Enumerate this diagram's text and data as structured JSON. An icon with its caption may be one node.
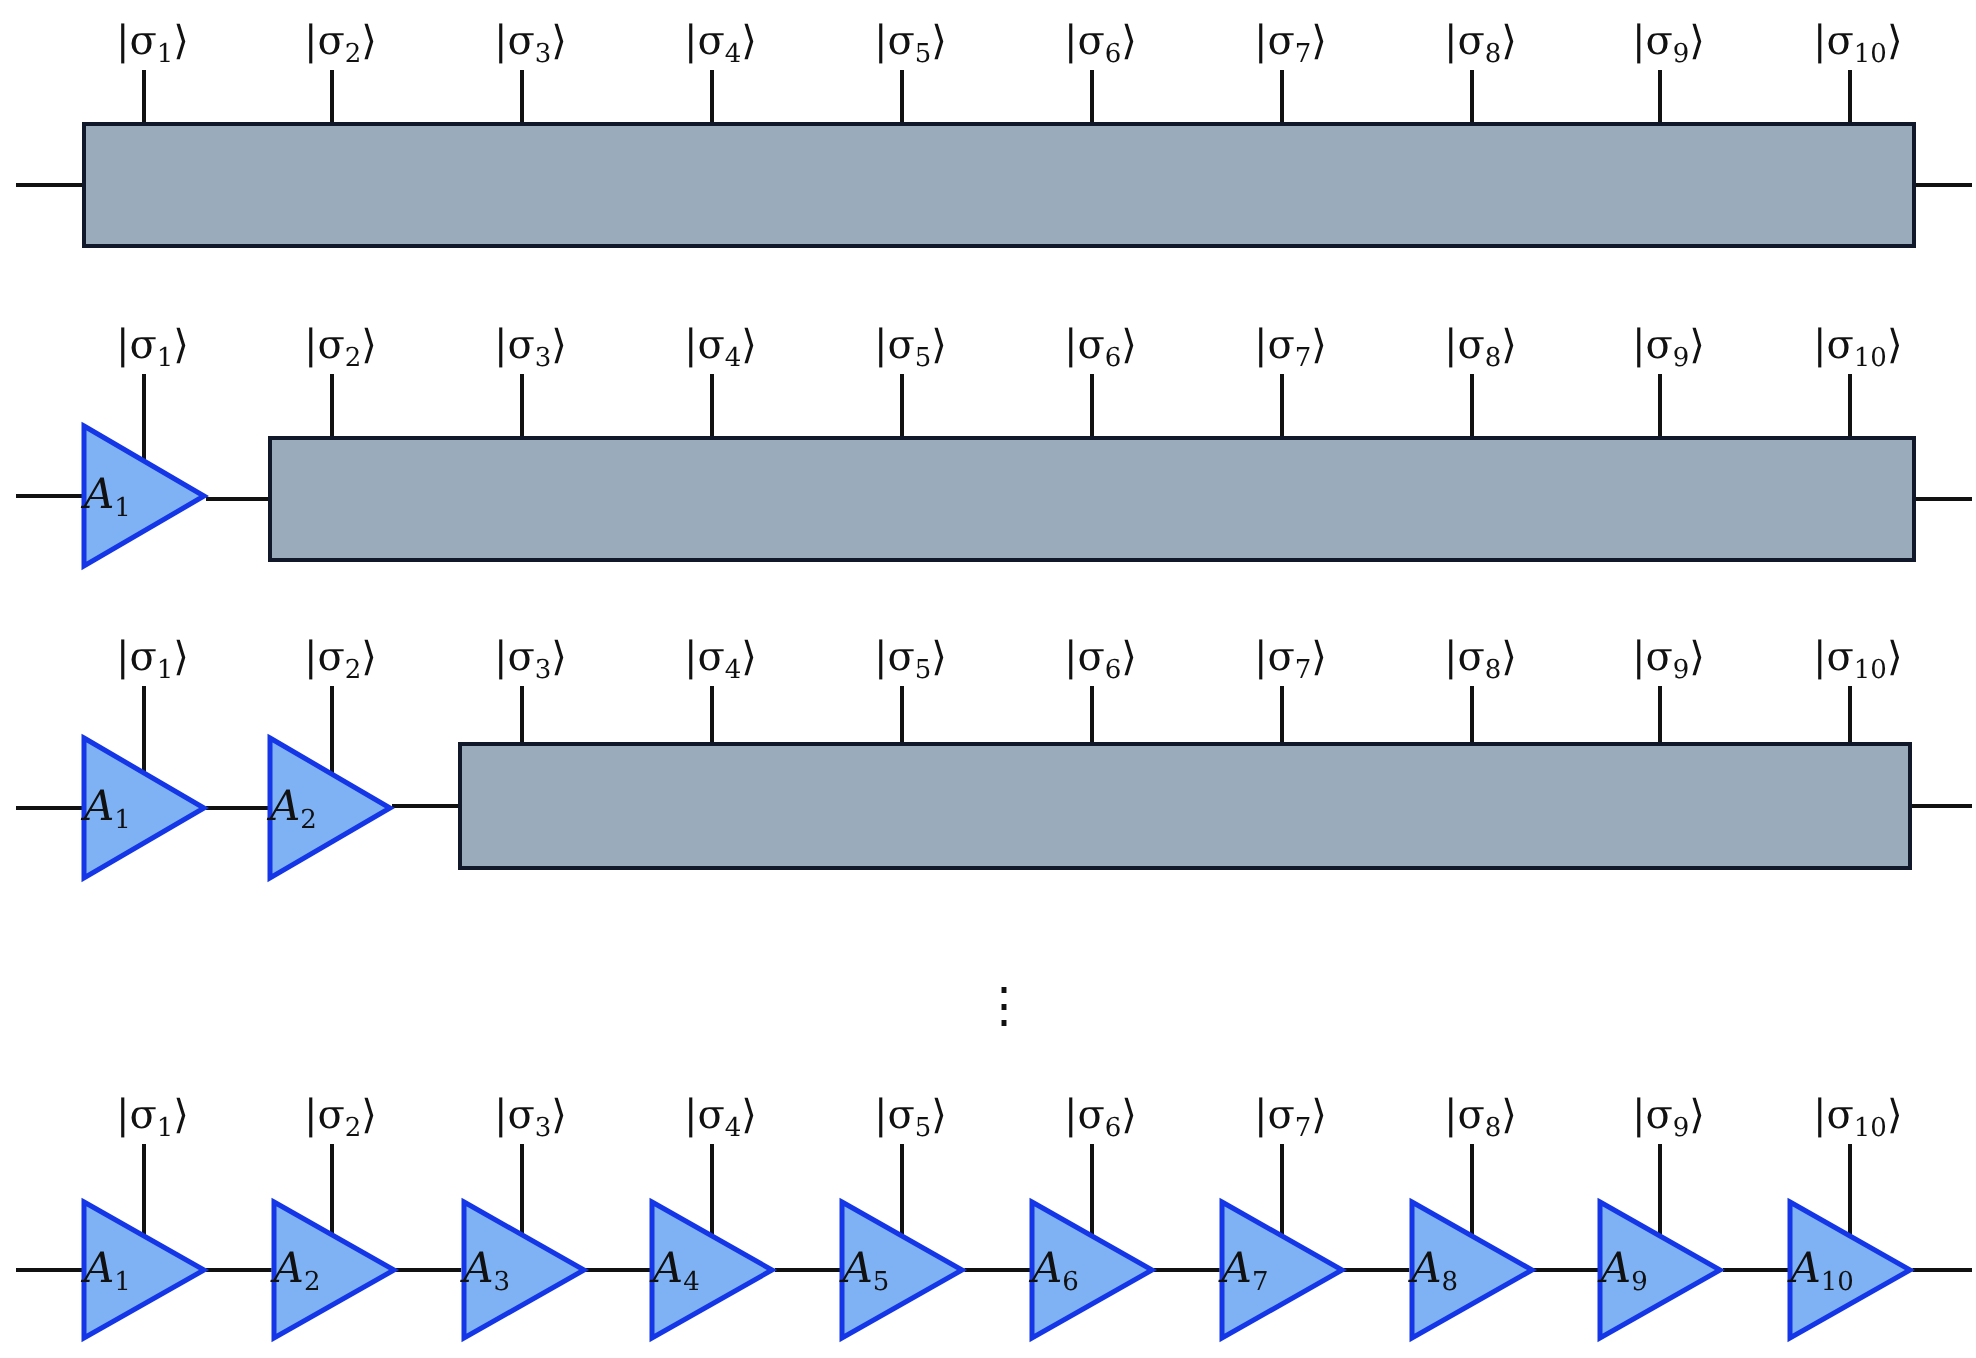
{
  "diagram": {
    "nodes": [
      {
        "text": [
          "|σ$_{1}$⟩"
        ]
      },
      {
        "text": [
          "|σ$_{2}$⟩"
        ]
      },
      {
        "text": [
          "|σ$_{3}$⟩"
        ]
      },
      {
        "text": [
          "|σ$_{4}$⟩"
        ]
      },
      {
        "text": [
          "|σ$_{5}$⟩"
        ]
      },
      {
        "text": [
          "|σ$_{6}$⟩"
        ]
      },
      {
        "text": [
          "|σ$_{7}$⟩"
        ]
      },
      {
        "text": [
          "|σ$_{8}$⟩"
        ]
      },
      {
        "text": [
          "|σ$_{9}$⟩"
        ]
      },
      {
        "text": [
          "|σ$_{10}$⟩"
        ]
      },
      {
        "text": [],
        "shape": "box"
      },
      {
        "text": [
          "|σ$_{1}$⟩"
        ]
      },
      {
        "text": [
          "|σ$_{2}$⟩"
        ]
      },
      {
        "text": [
          "|σ$_{3}$⟩"
        ]
      },
      {
        "text": [
          "|σ$_{4}$⟩"
        ]
      },
      {
        "text": [
          "|σ$_{5}$⟩"
        ]
      },
      {
        "text": [
          "|σ$_{6}$⟩"
        ]
      },
      {
        "text": [
          "|σ$_{7}$⟩"
        ]
      },
      {
        "text": [
          "|σ$_{8}$⟩"
        ]
      },
      {
        "text": [
          "|σ$_{9}$⟩"
        ]
      },
      {
        "text": [
          "|σ$_{10}$⟩"
        ]
      },
      {
        "text": [
          "A$_{1}$"
        ]
      },
      {
        "text": [],
        "shape": "box"
      },
      {
        "text": [
          "|σ$_{1}$⟩"
        ]
      },
      {
        "text": [
          "|σ$_{2}$⟩"
        ]
      },
      {
        "text": [
          "|σ$_{3}$⟩"
        ]
      },
      {
        "text": [
          "|σ$_{4}$⟩"
        ]
      },
      {
        "text": [
          "|σ$_{5}$⟩"
        ]
      },
      {
        "text": [
          "|σ$_{6}$⟩"
        ]
      },
      {
        "text": [
          "|σ$_{7}$⟩"
        ]
      },
      {
        "text": [
          "|σ$_{8}$⟩"
        ]
      },
      {
        "text": [
          "|σ$_{9}$⟩"
        ]
      },
      {
        "text": [
          "|σ$_{10}$⟩"
        ]
      },
      {
        "text": [
          "A$_{1}$"
        ]
      },
      {
        "text": [
          "A$_{2}$"
        ]
      },
      {
        "text": [],
        "shape": "box"
      },
      {
        "text": [
          "|σ$_{1}$⟩"
        ]
      },
      {
        "text": [
          "|σ$_{2}$⟩"
        ]
      },
      {
        "text": [
          "|σ$_{3}$⟩"
        ]
      },
      {
        "text": [
          "|σ$_{4}$⟩"
        ]
      },
      {
        "text": [
          "|σ$_{5}$⟩"
        ]
      },
      {
        "text": [
          "|σ$_{6}$⟩"
        ]
      },
      {
        "text": [
          "|σ$_{7}$⟩"
        ]
      },
      {
        "text": [
          "|σ$_{8}$⟩"
        ]
      },
      {
        "text": [
          "|σ$_{9}$⟩"
        ]
      },
      {
        "text": [
          "|σ$_{10}$⟩"
        ]
      },
      {
        "text": [
          "A$_{1}$"
        ]
      },
      {
        "text": [
          "A$_{2}$"
        ]
      },
      {
        "text": [
          "A$_{3}$"
        ]
      },
      {
        "text": [
          "A$_{4}$"
        ]
      },
      {
        "text": [
          "A$_{5}$"
        ]
      },
      {
        "text": [
          "A$_{6}$"
        ]
      },
      {
        "text": [
          "A$_{7}$"
        ]
      },
      {
        "text": [
          "A$_{8}$"
        ]
      },
      {
        "text": [
          "A$_{9}$"
        ]
      },
      {
        "text": [
          "A$_{10}$"
        ]
      }
    ],
    "edges": [
      {
        "from": 0,
        "to": 10,
        "arrow": "none"
      },
      {
        "from": 1,
        "to": 10,
        "arrow": "none"
      },
      {
        "from": 2,
        "to": 10,
        "arrow": "none"
      },
      {
        "from": 3,
        "to": 10,
        "arrow": "none"
      },
      {
        "from": 4,
        "to": 10,
        "arrow": "none"
      },
      {
        "from": 5,
        "to": 10,
        "arrow": "none"
      },
      {
        "from": 6,
        "to": 10,
        "arrow": "none"
      },
      {
        "from": 7,
        "to": 10,
        "arrow": "none"
      },
      {
        "from": 8,
        "to": 10,
        "arrow": "none"
      },
      {
        "from": 9,
        "to": 10,
        "arrow": "none"
      },
      {
        "from": null,
        "to": 10,
        "arrow": "none"
      },
      {
        "from": 10,
        "to": null,
        "arrow": "none"
      },
      {
        "from": 11,
        "to": 21,
        "arrow": "none"
      },
      {
        "from": 12,
        "to": 22,
        "arrow": "none"
      },
      {
        "from": 13,
        "to": 22,
        "arrow": "none"
      },
      {
        "from": 14,
        "to": 22,
        "arrow": "none"
      },
      {
        "from": 15,
        "to": 22,
        "arrow": "none"
      },
      {
        "from": 16,
        "to": 22,
        "arrow": "none"
      },
      {
        "from": 17,
        "to": 22,
        "arrow": "none"
      },
      {
        "from": 18,
        "to": 22,
        "arrow": "none"
      },
      {
        "from": 19,
        "to": 22,
        "arrow": "none"
      },
      {
        "from": 20,
        "to": 22,
        "arrow": "none"
      },
      {
        "from": null,
        "to": 21,
        "arrow": "none"
      },
      {
        "from": 21,
        "to": 22,
        "arrow": "none"
      },
      {
        "from": 22,
        "to": null,
        "arrow": "none"
      },
      {
        "from": 23,
        "to": 33,
        "arrow": "none"
      },
      {
        "from": 24,
        "to": 34,
        "arrow": "none"
      },
      {
        "from": 25,
        "to": 35,
        "arrow": "none"
      },
      {
        "from": 26,
        "to": 35,
        "arrow": "none"
      },
      {
        "from": 27,
        "to": 35,
        "arrow": "none"
      },
      {
        "from": 28,
        "to": 35,
        "arrow": "none"
      },
      {
        "from": 29,
        "to": 35,
        "arrow": "none"
      },
      {
        "from": 30,
        "to": 35,
        "arrow": "none"
      },
      {
        "from": 31,
        "to": 35,
        "arrow": "none"
      },
      {
        "from": 32,
        "to": 35,
        "arrow": "none"
      },
      {
        "from": null,
        "to": 33,
        "arrow": "none"
      },
      {
        "from": 33,
        "to": 34,
        "arrow": "none"
      },
      {
        "from": 34,
        "to": 35,
        "arrow": "none"
      },
      {
        "from": 35,
        "to": null,
        "arrow": "none"
      },
      {
        "from": 36,
        "to": 46,
        "arrow": "none"
      },
      {
        "from": 37,
        "to": 47,
        "arrow": "none"
      },
      {
        "from": 38,
        "to": 48,
        "arrow": "none"
      },
      {
        "from": 39,
        "to": 49,
        "arrow": "none"
      },
      {
        "from": 40,
        "to": 50,
        "arrow": "none"
      },
      {
        "from": 41,
        "to": 51,
        "arrow": "none"
      },
      {
        "from": 42,
        "to": 52,
        "arrow": "none"
      },
      {
        "from": 43,
        "to": 53,
        "arrow": "none"
      },
      {
        "from": 44,
        "to": 54,
        "arrow": "none"
      },
      {
        "from": 45,
        "to": 55,
        "arrow": "none"
      },
      {
        "from": null,
        "to": 46,
        "arrow": "none"
      },
      {
        "from": 46,
        "to": 47,
        "arrow": "none"
      },
      {
        "from": 47,
        "to": 48,
        "arrow": "none"
      },
      {
        "from": 48,
        "to": 49,
        "arrow": "none"
      },
      {
        "from": 49,
        "to": 50,
        "arrow": "none"
      },
      {
        "from": 50,
        "to": 51,
        "arrow": "none"
      },
      {
        "from": 51,
        "to": 52,
        "arrow": "none"
      },
      {
        "from": 52,
        "to": 53,
        "arrow": "none"
      },
      {
        "from": 53,
        "to": 54,
        "arrow": "none"
      },
      {
        "from": 54,
        "to": 55,
        "arrow": "none"
      },
      {
        "from": 55,
        "to": null,
        "arrow": "none"
      }
    ],
    "labels": [
      "⋮"
    ]
  }
}
